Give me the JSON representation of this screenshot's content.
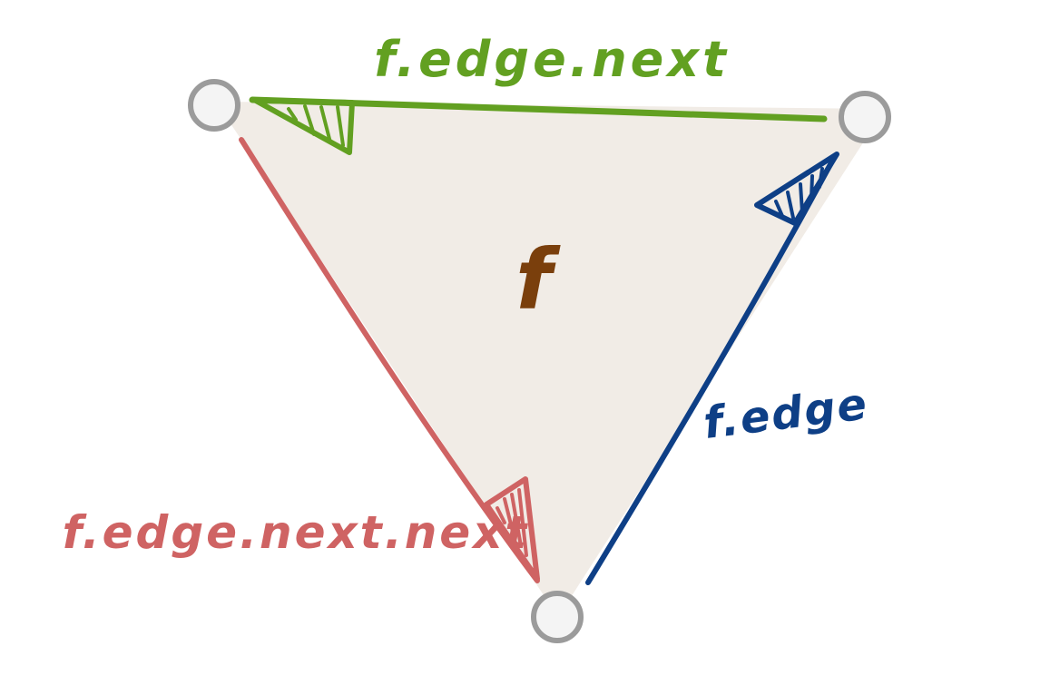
{
  "face": {
    "label": "f",
    "fill": "#f1ece6",
    "label_color": "#7a3f0c"
  },
  "edges": {
    "next": {
      "label": "f.edge.next",
      "color": "#62a021"
    },
    "edge": {
      "label": "f.edge",
      "color": "#0e3f86"
    },
    "next_next": {
      "label": "f.edge.next.next",
      "color": "#cf6363"
    }
  },
  "vertices": {
    "stroke": "#9b9b9b",
    "fill": "#f4f4f4"
  }
}
